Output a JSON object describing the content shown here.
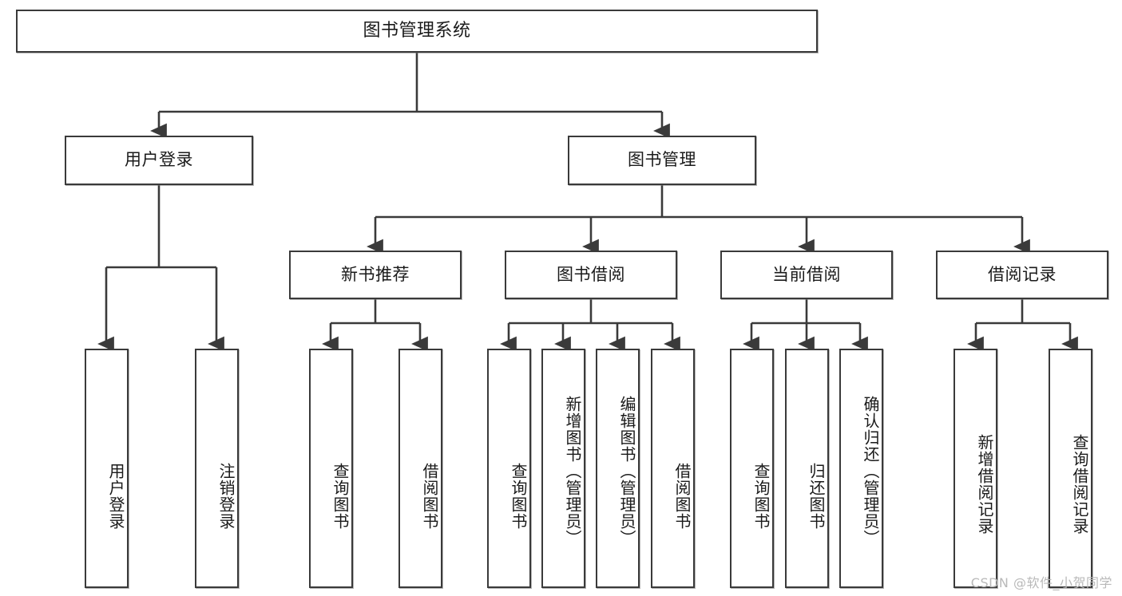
{
  "diagram": {
    "title": "图书管理系统",
    "watermark": "CSDN @软件_小贺同学",
    "colors": {
      "stroke": "#3a3a3a",
      "fill": "#ffffff",
      "text": "#1a1a1a",
      "watermark": "#b9b9b9"
    },
    "nodes": {
      "root": {
        "label": "图书管理系统"
      },
      "level2": [
        {
          "id": "user-login",
          "label": "用户登录"
        },
        {
          "id": "book-management",
          "label": "图书管理"
        }
      ],
      "level3": [
        {
          "id": "new-book-recommend",
          "label": "新书推荐"
        },
        {
          "id": "book-borrow",
          "label": "图书借阅"
        },
        {
          "id": "current-borrow",
          "label": "当前借阅"
        },
        {
          "id": "borrow-record",
          "label": "借阅记录"
        }
      ],
      "leaves": {
        "user-login": [
          {
            "id": "leaf-user-login",
            "label": "用户登录"
          },
          {
            "id": "leaf-user-logout",
            "label": "注销登录"
          }
        ],
        "new-book-recommend": [
          {
            "id": "leaf-query-book-1",
            "label": "查询图书"
          },
          {
            "id": "leaf-borrow-book-1",
            "label": "借阅图书"
          }
        ],
        "book-borrow": [
          {
            "id": "leaf-query-book-2",
            "label": "查询图书"
          },
          {
            "id": "leaf-add-book",
            "label": "新增图书（管理员）"
          },
          {
            "id": "leaf-edit-book",
            "label": "编辑图书（管理员）"
          },
          {
            "id": "leaf-borrow-book-2",
            "label": "借阅图书"
          }
        ],
        "current-borrow": [
          {
            "id": "leaf-query-book-3",
            "label": "查询图书"
          },
          {
            "id": "leaf-return-book",
            "label": "归还图书"
          },
          {
            "id": "leaf-confirm-return",
            "label": "确认归还（管理员）"
          }
        ],
        "borrow-record": [
          {
            "id": "leaf-add-record",
            "label": "新增借阅记录"
          },
          {
            "id": "leaf-query-record",
            "label": "查询借阅记录"
          }
        ]
      }
    }
  }
}
